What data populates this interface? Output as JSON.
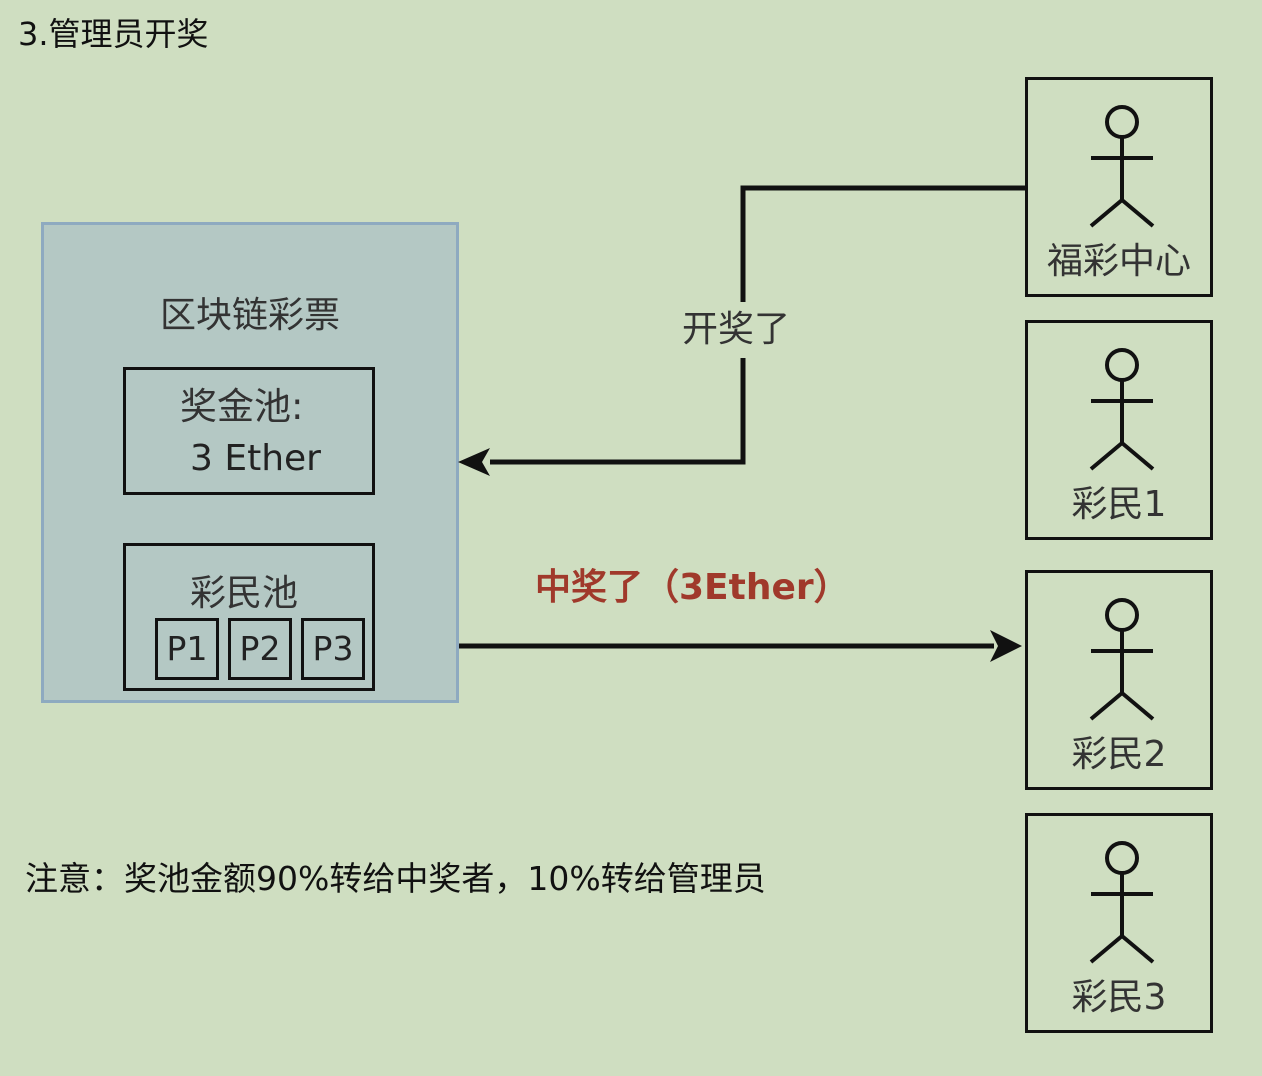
{
  "title": "3.管理员开奖",
  "system": {
    "label": "区块链彩票",
    "prize_pool": {
      "label": "奖金池:",
      "value": "3 Ether"
    },
    "player_pool": {
      "label": "彩民池",
      "players": [
        "P1",
        "P2",
        "P3"
      ]
    }
  },
  "arrows": {
    "draw": {
      "label": "开奖了"
    },
    "win": {
      "label": "中奖了（3Ether）",
      "color": "#a0392b"
    }
  },
  "actors": [
    {
      "label": "福彩中心",
      "icon": "stick-figure-icon"
    },
    {
      "label": "彩民1",
      "icon": "stick-figure-icon"
    },
    {
      "label": "彩民2",
      "icon": "stick-figure-icon"
    },
    {
      "label": "彩民3",
      "icon": "stick-figure-icon"
    }
  ],
  "note": "注意：奖池金额90%转给中奖者，10%转给管理员",
  "colors": {
    "background": "#cfdec1",
    "system_fill": "#b4c8c4",
    "system_border": "#8eaac0"
  }
}
